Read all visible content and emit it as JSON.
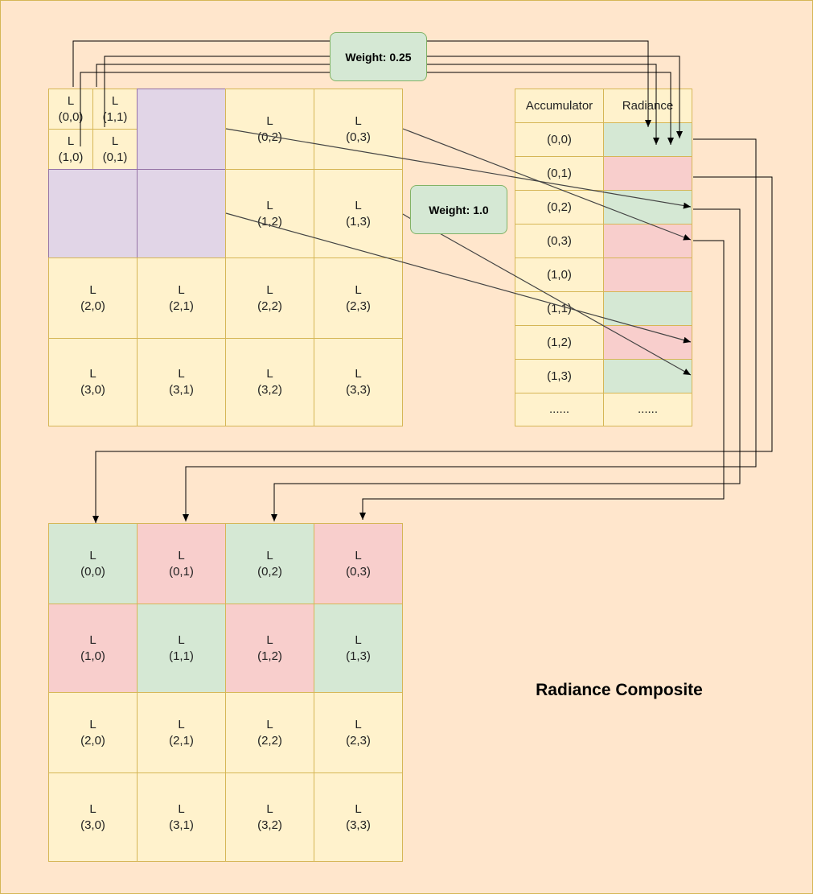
{
  "title": "Radiance Composite",
  "weights": {
    "quarter": "Weight: 0.25",
    "full": "Weight: 1.0"
  },
  "source_grid": {
    "sub_cells": [
      {
        "label": "L\n(0,0)"
      },
      {
        "label": "L\n(1,1)"
      },
      {
        "label": "L\n(1,0)"
      },
      {
        "label": "L\n(0,1)"
      }
    ],
    "cells": [
      {
        "label": "L\n(0,2)"
      },
      {
        "label": "L\n(0,3)"
      },
      {
        "label": "L\n(1,2)"
      },
      {
        "label": "L\n(1,3)"
      },
      {
        "label": "L\n(2,0)"
      },
      {
        "label": "L\n(2,1)"
      },
      {
        "label": "L\n(2,2)"
      },
      {
        "label": "L\n(2,3)"
      },
      {
        "label": "L\n(3,0)"
      },
      {
        "label": "L\n(3,1)"
      },
      {
        "label": "L\n(3,2)"
      },
      {
        "label": "L\n(3,3)"
      }
    ]
  },
  "table": {
    "headers": [
      "Accumulator",
      "Radiance"
    ],
    "rows": [
      {
        "key": "(0,0)",
        "color": "green"
      },
      {
        "key": "(0,1)",
        "color": "red"
      },
      {
        "key": "(0,2)",
        "color": "green"
      },
      {
        "key": "(0,3)",
        "color": "red"
      },
      {
        "key": "(1,0)",
        "color": "red"
      },
      {
        "key": "(1,1)",
        "color": "green"
      },
      {
        "key": "(1,2)",
        "color": "red"
      },
      {
        "key": "(1,3)",
        "color": "green"
      },
      {
        "key": "......",
        "value": "......",
        "color": "yellow"
      }
    ]
  },
  "output_grid": {
    "cells": [
      {
        "label": "L\n(0,0)",
        "color": "green"
      },
      {
        "label": "L\n(0,1)",
        "color": "red"
      },
      {
        "label": "L\n(0,2)",
        "color": "green"
      },
      {
        "label": "L\n(0,3)",
        "color": "red"
      },
      {
        "label": "L\n(1,0)",
        "color": "red"
      },
      {
        "label": "L\n(1,1)",
        "color": "green"
      },
      {
        "label": "L\n(1,2)",
        "color": "red"
      },
      {
        "label": "L\n(1,3)",
        "color": "green"
      },
      {
        "label": "L\n(2,0)",
        "color": "yellow"
      },
      {
        "label": "L\n(2,1)",
        "color": "yellow"
      },
      {
        "label": "L\n(2,2)",
        "color": "yellow"
      },
      {
        "label": "L\n(2,3)",
        "color": "yellow"
      },
      {
        "label": "L\n(3,0)",
        "color": "yellow"
      },
      {
        "label": "L\n(3,1)",
        "color": "yellow"
      },
      {
        "label": "L\n(3,2)",
        "color": "yellow"
      },
      {
        "label": "L\n(3,3)",
        "color": "yellow"
      }
    ]
  },
  "colors": {
    "background": "#ffe6cc",
    "yellow": "#fff2cc",
    "green": "#d5e8d4",
    "red": "#f8cecc",
    "purple": "#e1d5e7",
    "border": "#d6b656"
  }
}
